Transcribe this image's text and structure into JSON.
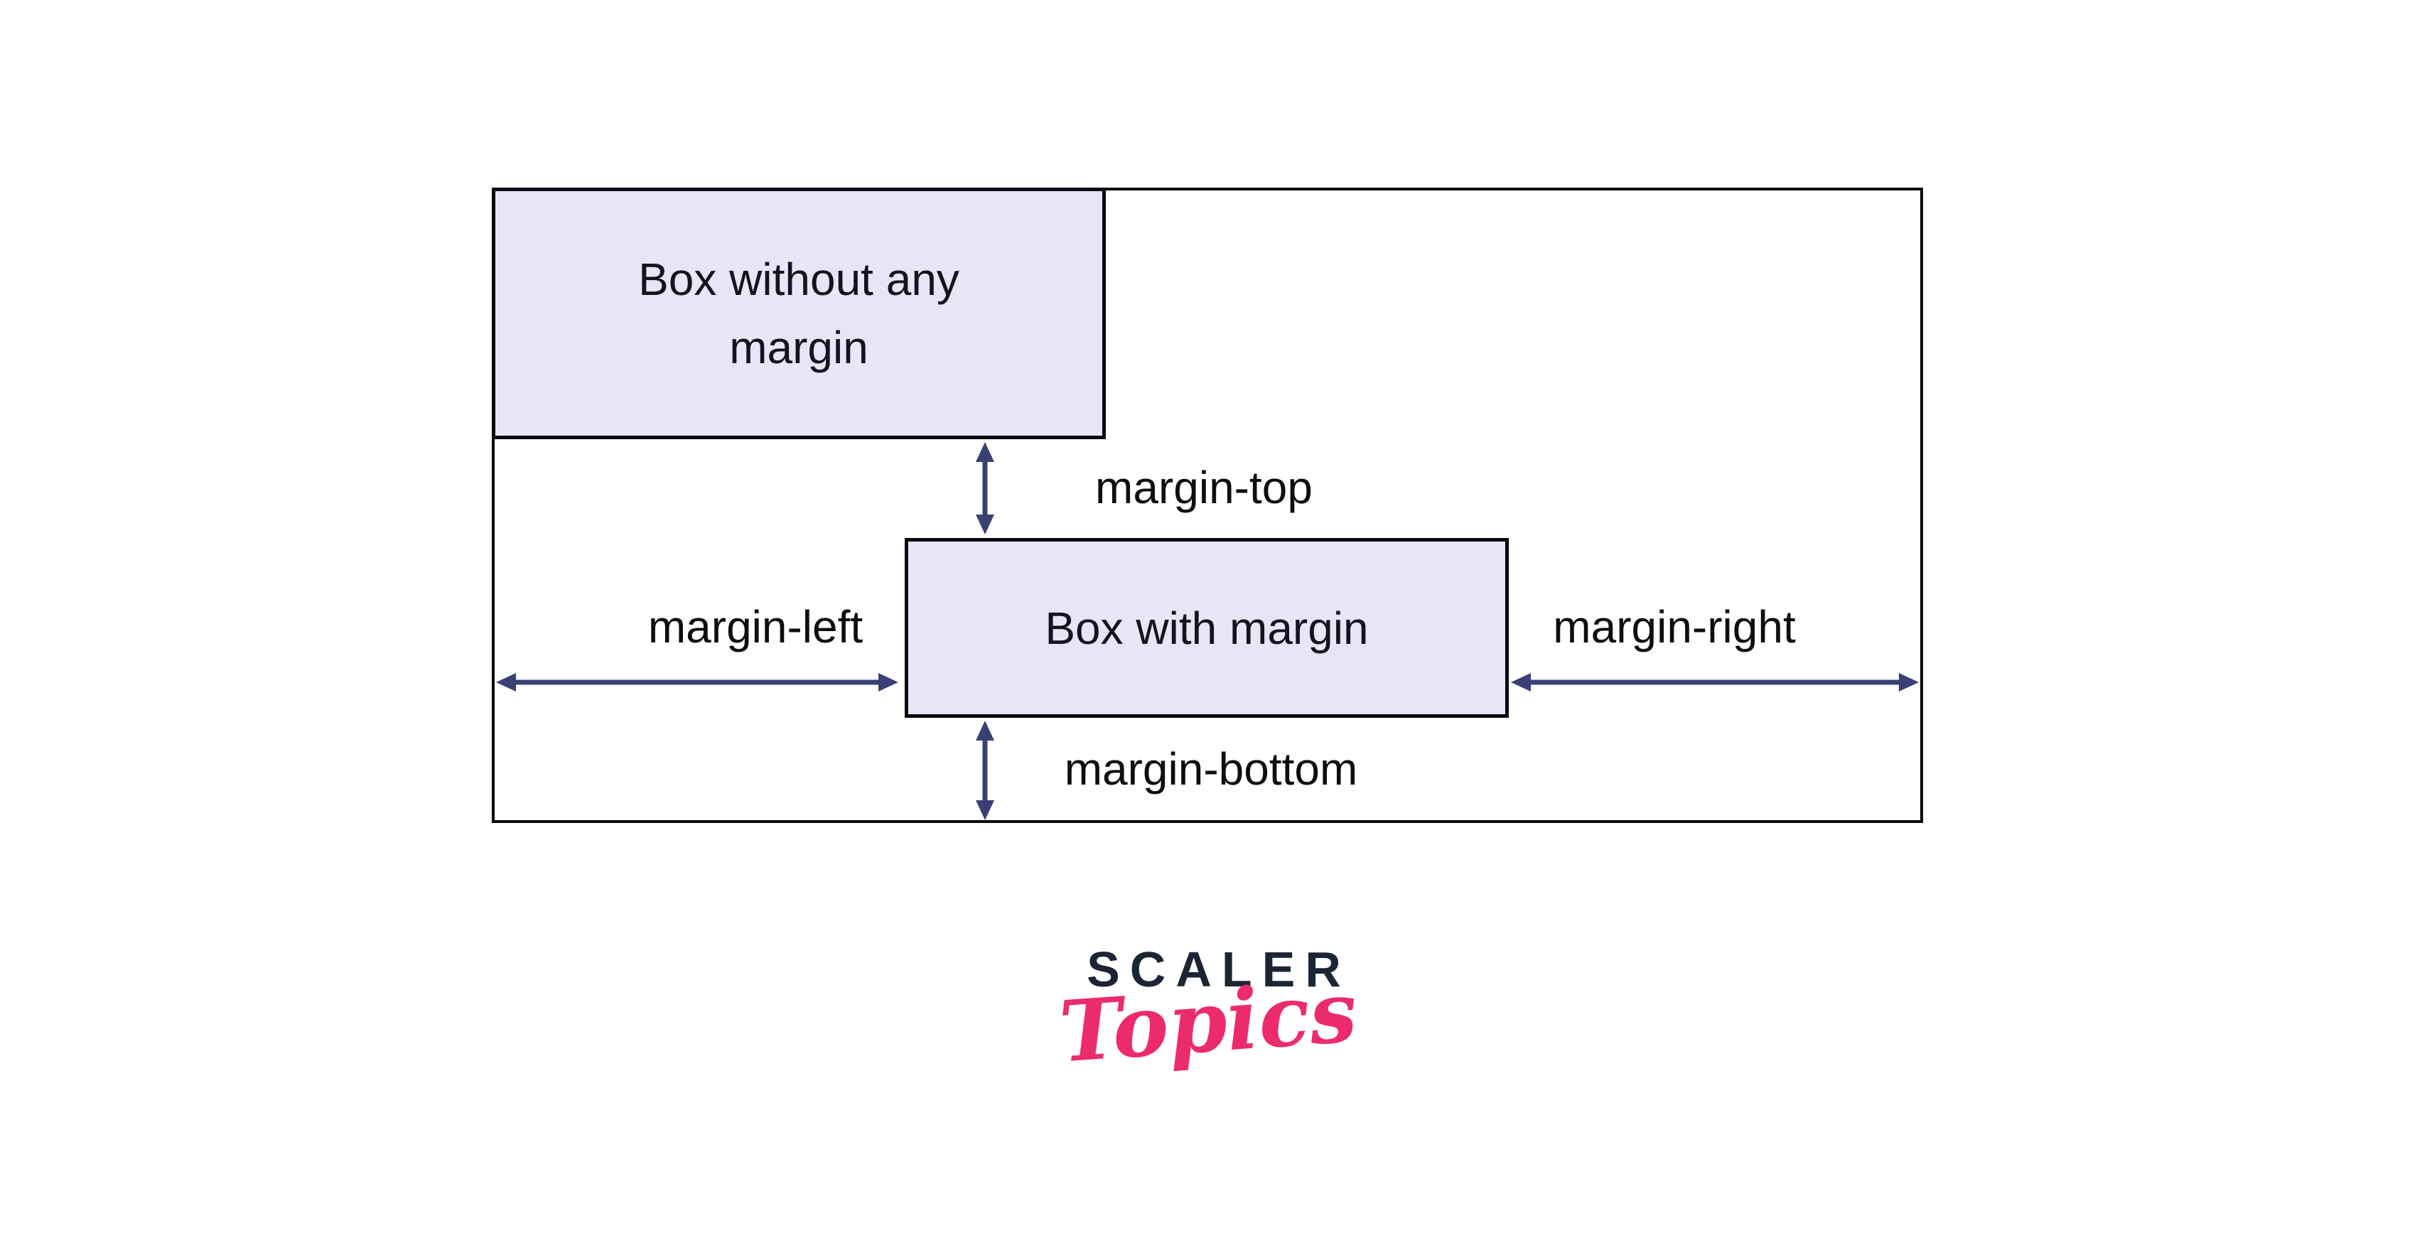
{
  "diagram": {
    "box_without_margin_label": "Box without any margin",
    "box_with_margin_label": "Box with margin",
    "labels": {
      "top": "margin-top",
      "left": "margin-left",
      "right": "margin-right",
      "bottom": "margin-bottom"
    }
  },
  "logo": {
    "brand": "SCALER",
    "sub": "Topics"
  },
  "colors": {
    "background": "#ffffff",
    "box_fill": "#e8e5f7",
    "box_border": "#0a0a0e",
    "container_border": "#0a0a0e",
    "arrow": "#3b4074",
    "label_text": "#0d0d12",
    "brand_navy": "#1c2534",
    "brand_pink": "#ec2b6d"
  }
}
